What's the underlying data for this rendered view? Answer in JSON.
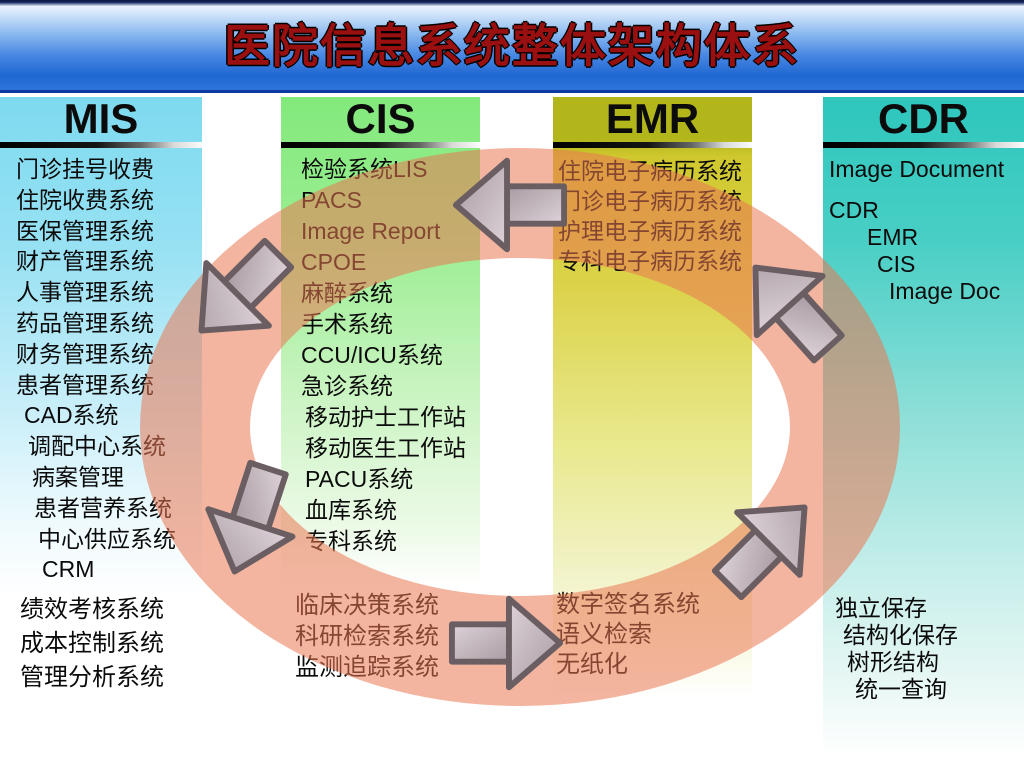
{
  "title": "医院信息系统整体架构体系",
  "colors": {
    "title_text": "#9a1010",
    "title_bar_blue": "#1f67d2",
    "mis_accent": "#7edaef",
    "cis_accent": "#82e97c",
    "emr_accent": "#b2b61a",
    "cdr_accent": "#2dc6bd",
    "flow_ring": "#e97652",
    "arrow_fill": "#c0b2ba",
    "arrow_outline": "#6a5e63"
  },
  "columns": [
    {
      "id": "mis",
      "header": "MIS",
      "items": [
        "门诊挂号收费",
        "住院收费系统",
        "医保管理系统",
        "财产管理系统",
        "人事管理系统",
        "药品管理系统",
        "财务管理系统",
        "患者管理系统",
        "CAD系统",
        "调配中心系统",
        "病案管理",
        "患者营养系统",
        "中心供应系统",
        "CRM"
      ],
      "bottom_items": [
        "绩效考核系统",
        "成本控制系统",
        "管理分析系统"
      ]
    },
    {
      "id": "cis",
      "header": "CIS",
      "items": [
        "检验系统LIS",
        "PACS",
        "Image Report",
        "CPOE",
        "麻醉系统",
        "手术系统",
        "CCU/ICU系统",
        "急诊系统",
        "移动护士工作站",
        "移动医生工作站",
        "PACU系统",
        "血库系统",
        "专科系统"
      ],
      "bottom_items": [
        "临床决策系统",
        "科研检索系统",
        "监测追踪系统"
      ]
    },
    {
      "id": "emr",
      "header": "EMR",
      "items": [
        "住院电子病历系统",
        "门诊电子病历系统",
        "护理电子病历系统",
        "专科电子病历系统"
      ],
      "bottom_items": [
        "数字签名系统",
        "语义检索",
        "无纸化"
      ]
    },
    {
      "id": "cdr",
      "header": "CDR",
      "items": [
        "Image Document",
        "CDR",
        "EMR",
        "CIS",
        "Image Doc"
      ],
      "bottom_items": [
        "独立保存",
        "结构化保存",
        "树形结构",
        "统一查询"
      ]
    }
  ],
  "diagram": {
    "flow_direction": "counterclockwise",
    "arrows": [
      {
        "name": "arrow-emr-to-cis",
        "direction": "left"
      },
      {
        "name": "arrow-cis-down-upper",
        "direction": "down-left"
      },
      {
        "name": "arrow-cis-down-lower",
        "direction": "down"
      },
      {
        "name": "arrow-bottom-to-emr",
        "direction": "right"
      },
      {
        "name": "arrow-emr-to-cdr",
        "direction": "up-right"
      },
      {
        "name": "arrow-cdr-to-top",
        "direction": "up-left"
      }
    ]
  }
}
